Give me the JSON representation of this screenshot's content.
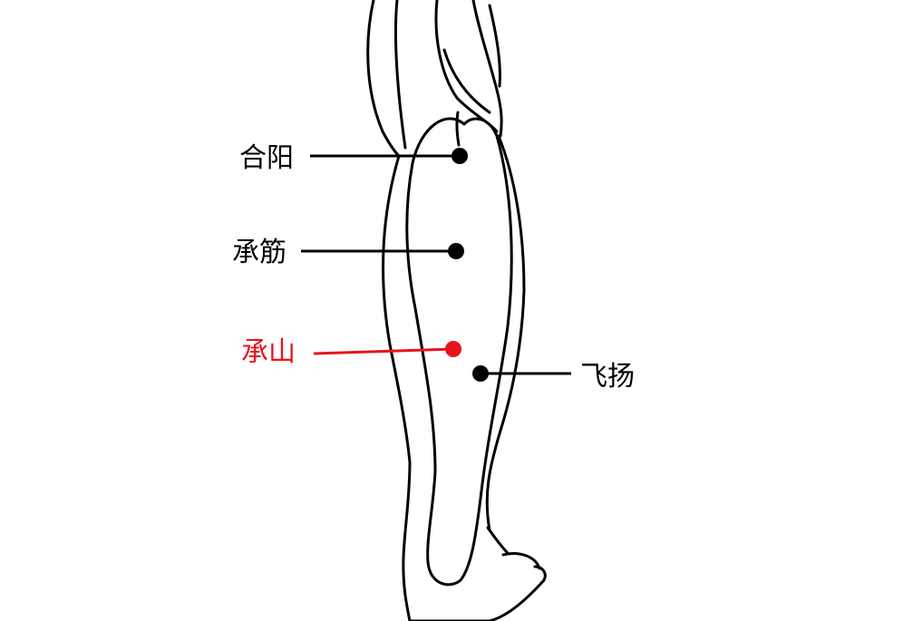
{
  "points": [
    {
      "id": "heyang",
      "label": "合阳"
    },
    {
      "id": "chengjin",
      "label": "承筋"
    },
    {
      "id": "chengshan",
      "label": "承山",
      "highlighted": true
    },
    {
      "id": "feiyang",
      "label": "飞扬"
    }
  ],
  "colors": {
    "outline": "#000000",
    "marker": "#000000",
    "highlight": "#e8141b",
    "background": "#ffffff"
  }
}
